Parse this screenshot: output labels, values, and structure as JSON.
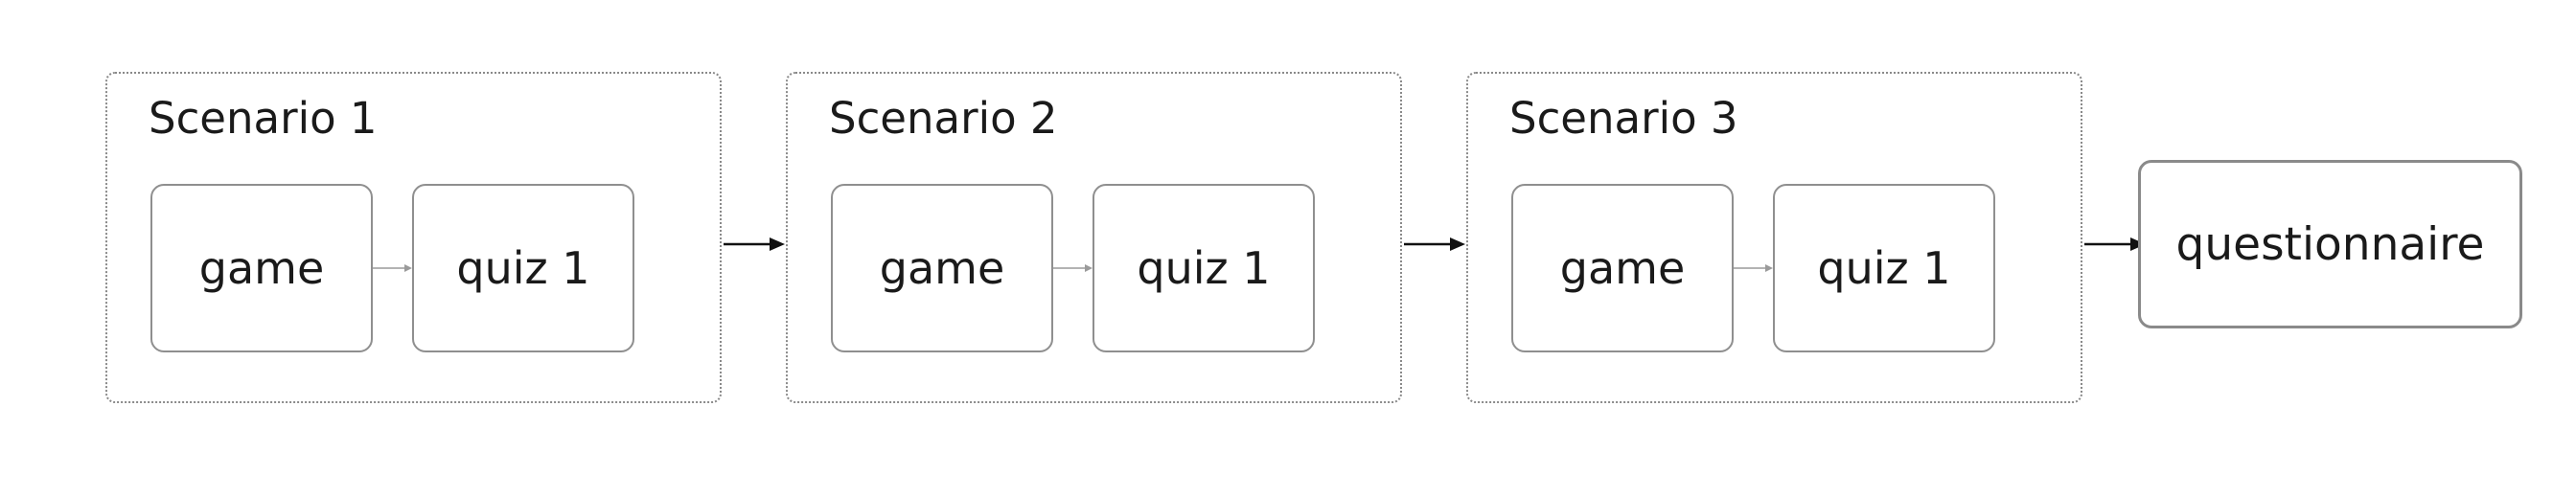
{
  "scenarios": [
    {
      "title": "Scenario 1",
      "steps": [
        "game",
        "quiz 1"
      ]
    },
    {
      "title": "Scenario 2",
      "steps": [
        "game",
        "quiz 1"
      ]
    },
    {
      "title": "Scenario 3",
      "steps": [
        "game",
        "quiz 1"
      ]
    }
  ],
  "final_step": "questionnaire",
  "colors": {
    "box_border": "#8f8f8f",
    "group_border": "#8a8a8a",
    "inner_arrow": "#9a9a9a",
    "outer_arrow": "#111111",
    "text": "#1a1a1a"
  }
}
